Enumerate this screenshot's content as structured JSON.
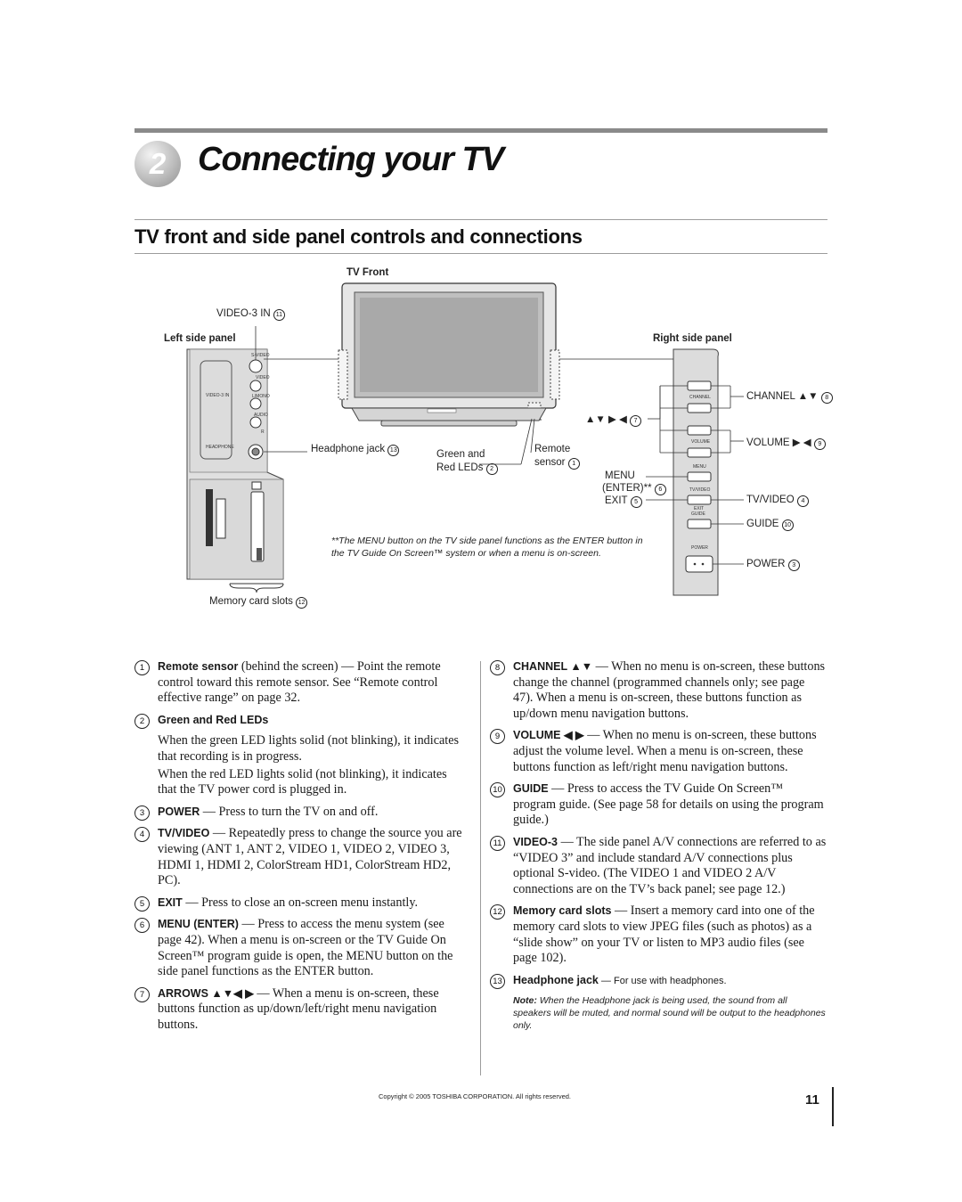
{
  "header": {
    "chapter_number": "2",
    "chapter_title": "Connecting your TV",
    "section_title": "TV front and side panel controls and connections"
  },
  "diagram": {
    "tv_front_label": "TV Front",
    "left_side_panel_label": "Left side panel",
    "right_side_panel_label": "Right side panel",
    "video3_in_label": "VIDEO-3 IN",
    "video3_in_num": "11",
    "headphone_jack_label": "Headphone jack",
    "headphone_jack_num": "13",
    "green_red_leds_line1": "Green and",
    "green_red_leds_line2": "Red LEDs",
    "green_red_leds_num": "2",
    "remote_sensor_line1": "Remote",
    "remote_sensor_line2": "sensor",
    "remote_sensor_num": "1",
    "arrows_label": "▲▼ ▶ ◀",
    "arrows_num": "7",
    "menu_label": "MENU",
    "enter_label": "(ENTER)**",
    "menu_num": "6",
    "exit_label": "EXIT",
    "exit_num": "5",
    "channel_label": "CHANNEL ▲▼",
    "channel_num": "8",
    "volume_label": "VOLUME ▶ ◀",
    "volume_num": "9",
    "tvvideo_label": "TV/VIDEO",
    "tvvideo_num": "4",
    "guide_label": "GUIDE",
    "guide_num": "10",
    "power_label": "POWER",
    "power_num": "3",
    "memory_card_label": "Memory card slots",
    "memory_card_num": "12",
    "footnote": "**The MENU button on the TV side panel functions as the ENTER button in the TV Guide On Screen™ system or when a menu is on-screen.",
    "panel_text": {
      "channel": "CHANNEL",
      "volume": "VOLUME",
      "menu": "MENU",
      "tvvideo": "TV/VIDEO",
      "exit": "EXIT",
      "guide": "GUIDE",
      "power": "POWER",
      "svideo": "S-VIDEO",
      "video": "VIDEO",
      "lmono": "L/MONO",
      "audio": "AUDIO",
      "r": "R",
      "video3in": "VIDEO-3 IN",
      "headphone": "HEADPHONE"
    }
  },
  "left_items": [
    {
      "num": "1",
      "kw": "Remote sensor",
      "text": " (behind the screen) — Point the remote control toward this remote sensor. See “Remote control effective range” on page 32."
    },
    {
      "num": "2",
      "kw": "Green and Red LEDs",
      "p1": "When the green LED lights solid (not blinking), it indicates that recording is in progress.",
      "p2": "When the red LED lights solid (not blinking), it indicates that the TV power cord is plugged in."
    },
    {
      "num": "3",
      "kw": "POWER",
      "text": " — Press to turn the TV on and off."
    },
    {
      "num": "4",
      "kw": "TV/VIDEO",
      "text": " — Repeatedly press to change the source you are viewing (ANT 1, ANT 2, VIDEO 1, VIDEO 2, VIDEO 3, HDMI 1, HDMI 2, ColorStream HD1, ColorStream HD2, PC)."
    },
    {
      "num": "5",
      "kw": "EXIT",
      "text": " — Press to close an on-screen menu instantly."
    },
    {
      "num": "6",
      "kw": "MENU (ENTER)",
      "text": " — Press to access the menu system (see page 42). When a menu is on-screen or the TV Guide On Screen™ program guide is open, the MENU button on the side panel functions as the ENTER button."
    },
    {
      "num": "7",
      "kw": "ARROWS ▲▼◀ ▶",
      "text": " — When a menu is on-screen, these buttons function as up/down/left/right menu navigation buttons."
    }
  ],
  "right_items": [
    {
      "num": "8",
      "kw": "CHANNEL ▲▼",
      "text": " — When no menu is on-screen, these buttons change the channel (programmed channels only; see page 47). When a menu is on-screen, these buttons function as up/down menu navigation buttons."
    },
    {
      "num": "9",
      "kw": "VOLUME ◀ ▶",
      "text": " — When no menu is on-screen, these buttons adjust the volume level. When a menu is on-screen, these buttons function as left/right menu navigation buttons."
    },
    {
      "num": "10",
      "kw": "GUIDE",
      "text": " — Press to access the TV Guide On Screen™ program guide. (See page 58 for details on using the program guide.)"
    },
    {
      "num": "11",
      "kw": "VIDEO-3",
      "text": " — The side panel A/V connections are referred to as “VIDEO 3” and include standard A/V connections plus optional S-video. (The VIDEO 1 and VIDEO 2 A/V connections are on the TV’s back panel; see page 12.)"
    },
    {
      "num": "12",
      "kw": "Memory card slots",
      "text": " — Insert a memory card into one of the memory card slots to view JPEG files (such as photos) as a “slide show” on your TV or listen to MP3 audio files (see page 102)."
    },
    {
      "num": "13",
      "kw": "Headphone jack",
      "text": " — For use with headphones.",
      "note_label": "Note:",
      "note_text": " When the Headphone jack is being used, the sound from all speakers will be muted, and normal sound will be output to the headphones only."
    }
  ],
  "footer": {
    "copyright": "Copyright © 2005 TOSHIBA CORPORATION. All rights reserved.",
    "page_number": "11"
  }
}
